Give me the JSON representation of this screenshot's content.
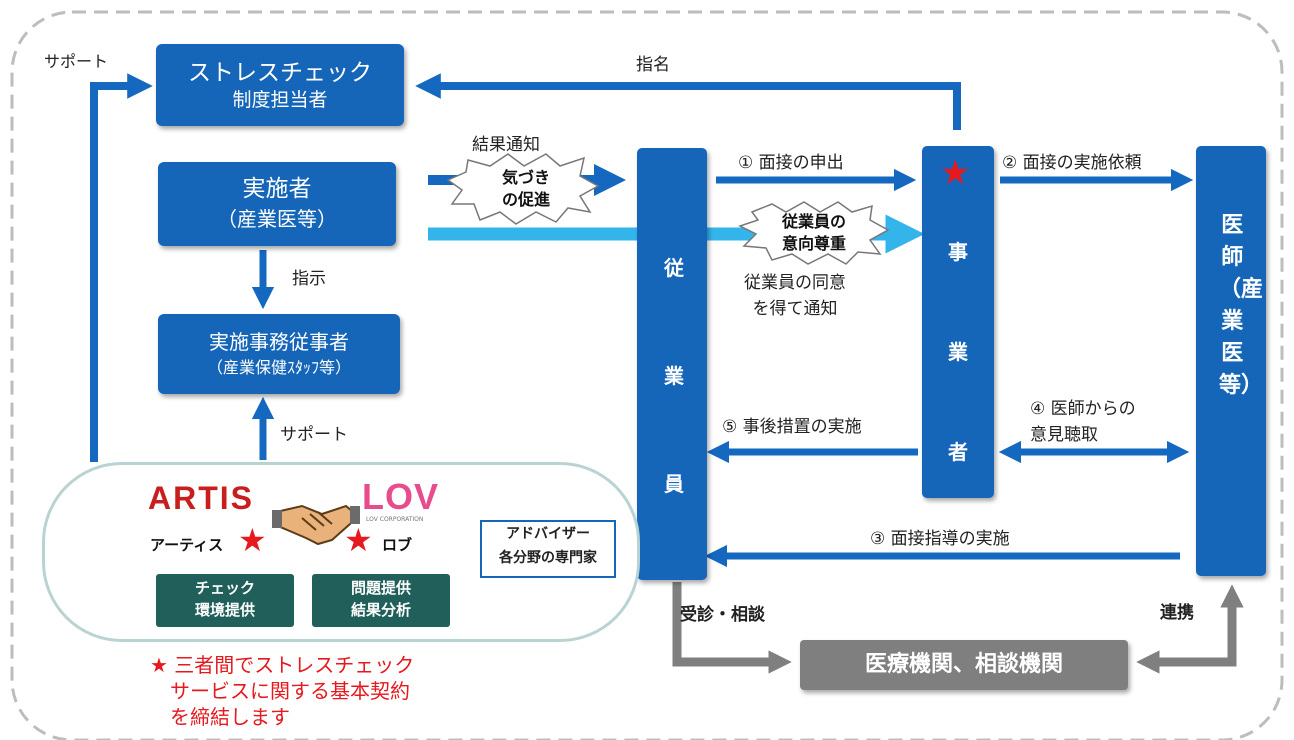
{
  "labels": {
    "support_top": "サポート",
    "nomination": "指名",
    "result_notice": "結果通知",
    "instruction": "指示",
    "support_mid": "サポート",
    "step1": "① 面接の申出",
    "step2": "② 面接の実施依頼",
    "consent_notice": "従業員の同意\nを得て通知",
    "step4": "④ 医師からの\n意見聴取",
    "step5": "⑤ 事後措置の実施",
    "step3": "③ 面接指導の実施",
    "consultation": "受診・相談",
    "cooperation": "連携"
  },
  "boxes": {
    "stress_check_manager": [
      "ストレスチェック",
      "制度担当者"
    ],
    "implementer": [
      "実施者",
      "（産業医等）"
    ],
    "admin_staff": [
      "実施事務従事者",
      "（産業保健ｽﾀｯﾌ等）"
    ],
    "employee": "従業員",
    "employer": "事業者",
    "doctor": "医師（産業医等）",
    "medical": "医療機関、相談機関",
    "advisor": [
      "アドバイザー",
      "各分野の専門家"
    ]
  },
  "bursts": {
    "awareness": [
      "気づき",
      "の促進"
    ],
    "respect": [
      "従業員の",
      "意向尊重"
    ]
  },
  "partners": {
    "artis_logo": "ARTIS",
    "artis_name": "アーティス",
    "artis_role": [
      "チェック",
      "環境提供"
    ],
    "lov_logo": "LOV",
    "lov_sub": "LOV CORPORATION",
    "lov_name": "ロブ",
    "lov_role": [
      "問題提供",
      "結果分析"
    ]
  },
  "note": [
    "★ 三者間でストレスチェック",
    "サービスに関する基本契約",
    "を締結します"
  ],
  "colors": {
    "box_blue": "#1565b8",
    "arrow_blue": "#1568c0",
    "light_arrow": "#33b5ec",
    "gray": "#7f7f7f",
    "green": "#215f5a",
    "star_red": "#e5191e"
  }
}
